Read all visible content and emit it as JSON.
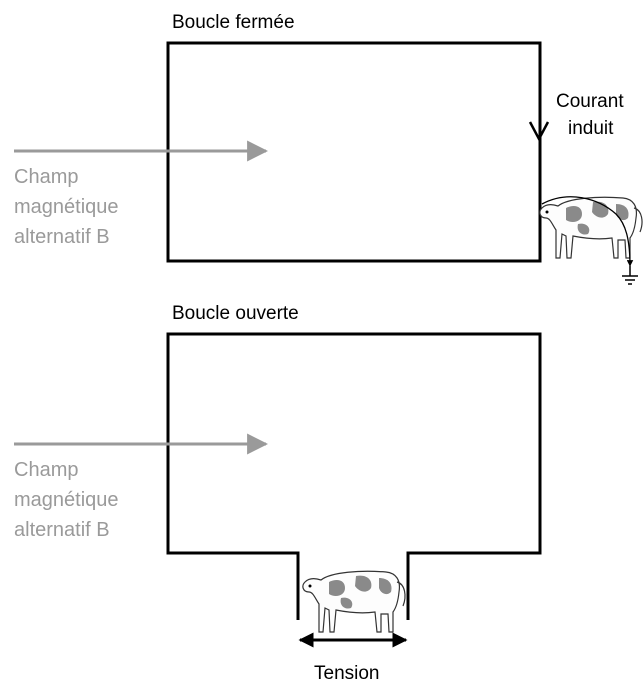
{
  "closed_loop": {
    "title": "Boucle fermée",
    "current_label_1": "Courant",
    "current_label_2": "induit"
  },
  "open_loop": {
    "title": "Boucle ouverte",
    "voltage_label": "Tension"
  },
  "field_label": {
    "line1": "Champ",
    "line2": "magnétique",
    "line3": "alternatif B"
  },
  "colors": {
    "wire": "#000000",
    "field_arrow": "#9a9a9a",
    "cow_patch": "#8a8a8a"
  }
}
